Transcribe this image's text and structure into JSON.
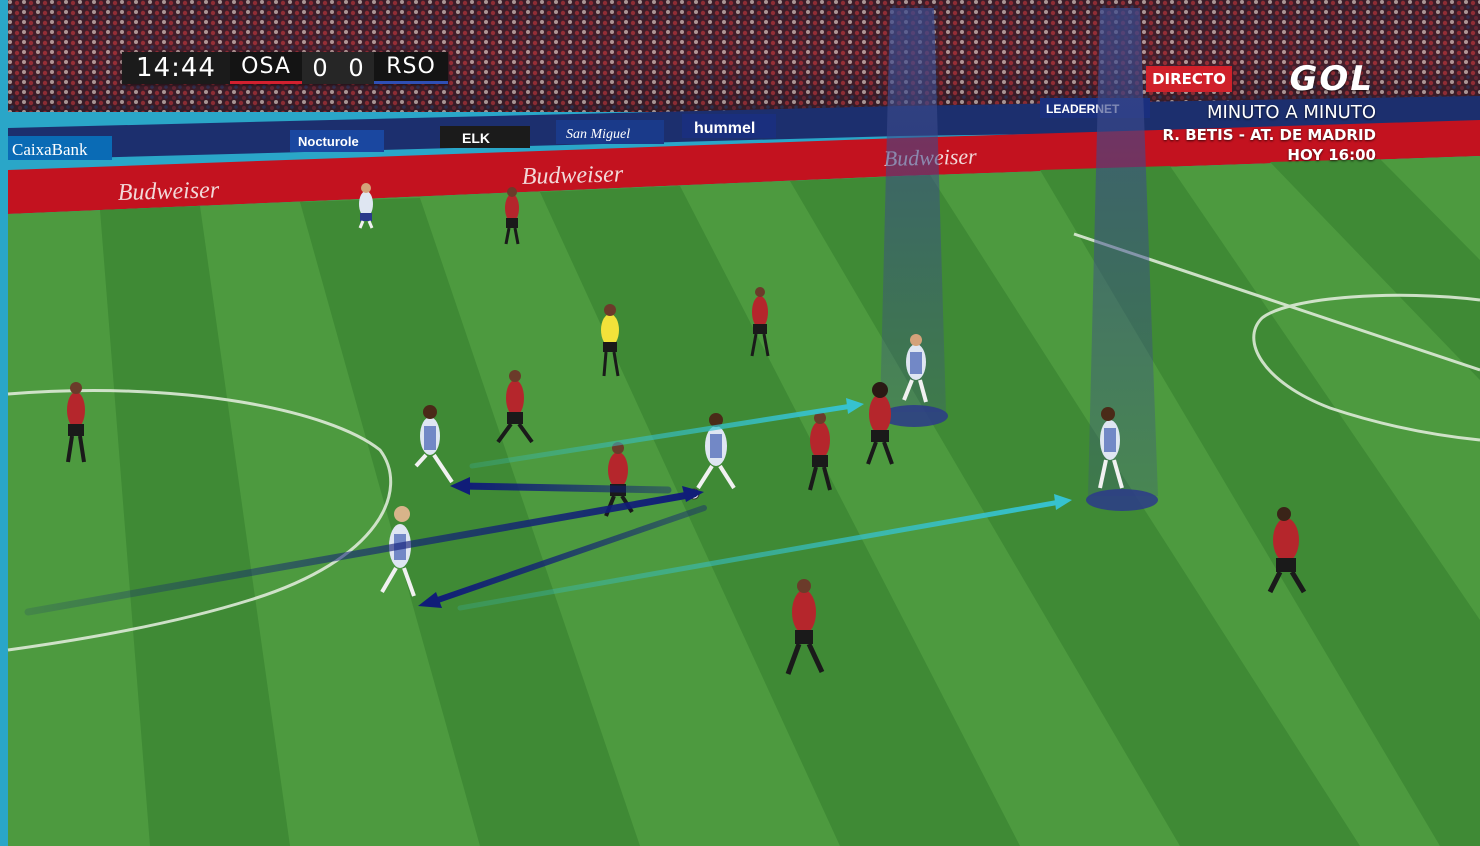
{
  "scoreboard": {
    "clock": "14:44",
    "home_team": "OSA",
    "home_score": "0",
    "away_score": "0",
    "away_team": "RSO"
  },
  "broadcast": {
    "live_badge": "DIRECTO",
    "channel_logo": "GOL",
    "promo_title": "MINUTO A MINUTO",
    "promo_match": "R. BETIS - AT. DE MADRID",
    "promo_time": "HOY 16:00"
  },
  "ad_boards": {
    "board_1": "CaixaBank",
    "board_2": "Nocturole",
    "board_3": "ELK",
    "board_4": "San Miguel",
    "board_5": "hummel",
    "board_6": "LEADERNET",
    "board_7": "Budweiser"
  },
  "colors": {
    "frame": "#2aa6c8",
    "pitch_light": "#4d9a3f",
    "pitch_dark": "#3e8834",
    "home_kit": "#b5262c",
    "away_kit": "#dfe6f2",
    "pass_arrow": "#101d78",
    "run_arrow": "#36c2cf",
    "highlight": "#3b4a8c"
  },
  "icons": {
    "pass_arrow": "arrow-dark-blue-icon",
    "run_arrow": "arrow-cyan-icon",
    "spotlight": "player-spotlight-icon"
  }
}
